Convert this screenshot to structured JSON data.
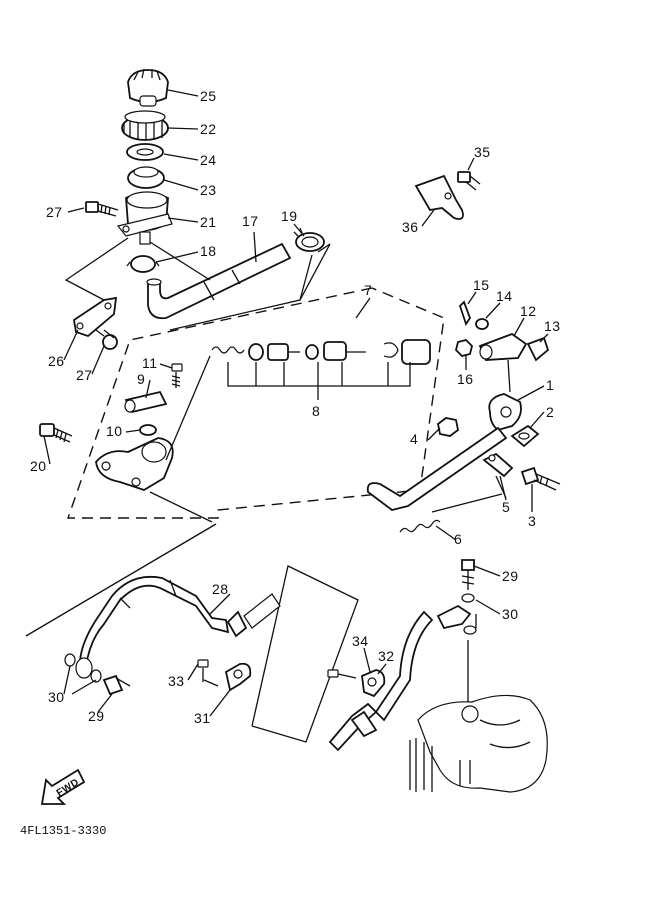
{
  "diagram": {
    "part_numbers": [
      "1",
      "2",
      "3",
      "4",
      "5",
      "6",
      "7",
      "8",
      "9",
      "10",
      "11",
      "12",
      "13",
      "14",
      "15",
      "16",
      "17",
      "18",
      "19",
      "20",
      "21",
      "22",
      "23",
      "24",
      "25",
      "26",
      "27",
      "27",
      "28",
      "29",
      "29",
      "30",
      "30",
      "31",
      "32",
      "33",
      "34",
      "35",
      "36"
    ],
    "fwd_label": "FWD",
    "code": "4FL1351-3330"
  }
}
